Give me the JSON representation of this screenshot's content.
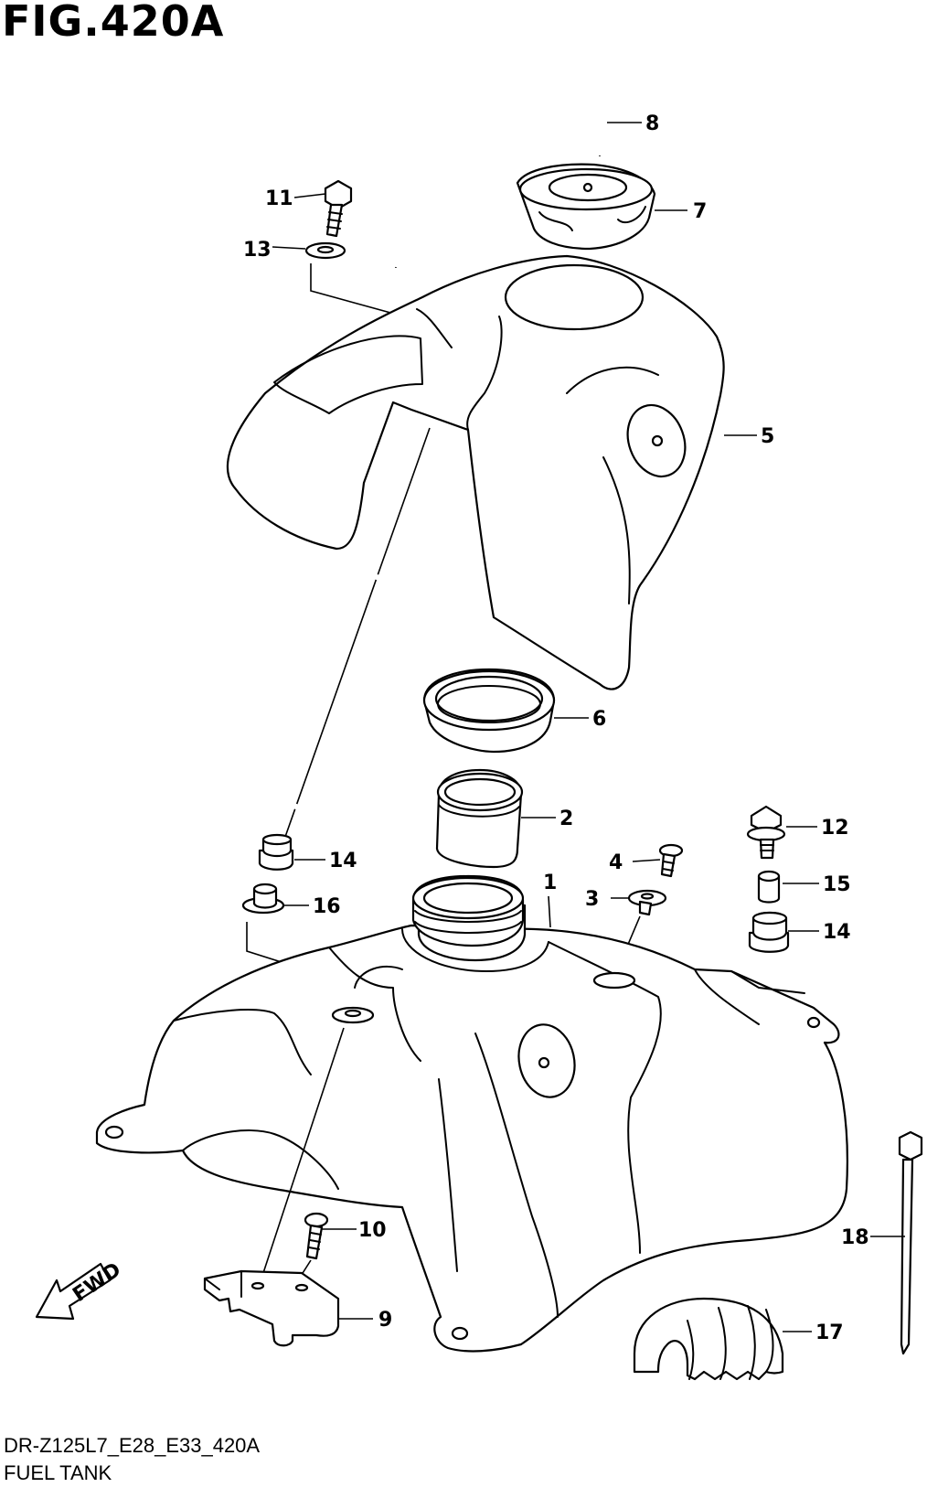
{
  "header": {
    "figure_title": "FIG.420A"
  },
  "footer": {
    "model_code": "DR-Z125L7_E28_E33_420A",
    "section_name": "FUEL TANK"
  },
  "direction_indicator": {
    "label": "FWD"
  },
  "callouts": [
    {
      "id": "1",
      "label": "1"
    },
    {
      "id": "2",
      "label": "2"
    },
    {
      "id": "3",
      "label": "3"
    },
    {
      "id": "4",
      "label": "4"
    },
    {
      "id": "5",
      "label": "5"
    },
    {
      "id": "6",
      "label": "6"
    },
    {
      "id": "7",
      "label": "7"
    },
    {
      "id": "8",
      "label": "8"
    },
    {
      "id": "9",
      "label": "9"
    },
    {
      "id": "10",
      "label": "10"
    },
    {
      "id": "11",
      "label": "11"
    },
    {
      "id": "12",
      "label": "12"
    },
    {
      "id": "13",
      "label": "13"
    },
    {
      "id": "14a",
      "label": "14"
    },
    {
      "id": "14b",
      "label": "14"
    },
    {
      "id": "15",
      "label": "15"
    },
    {
      "id": "16",
      "label": "16"
    },
    {
      "id": "17",
      "label": "17"
    },
    {
      "id": "18",
      "label": "18"
    }
  ]
}
